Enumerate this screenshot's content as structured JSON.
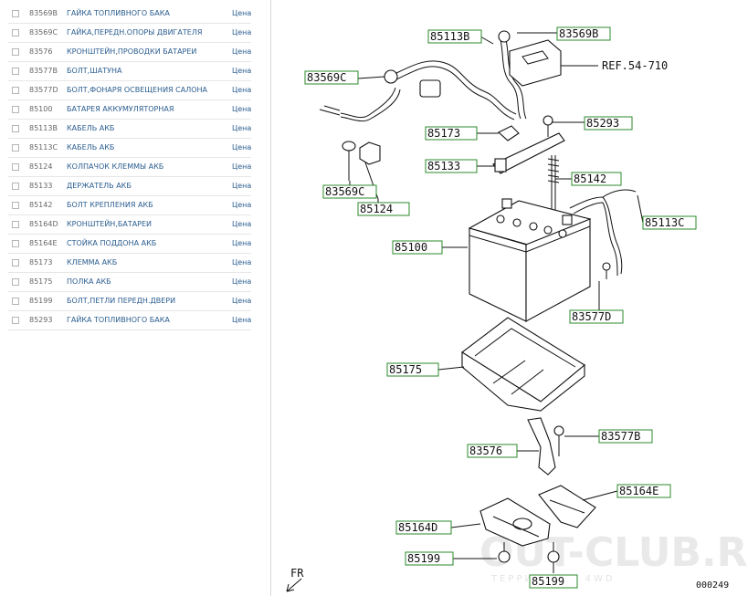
{
  "parts": [
    {
      "code": "83569B",
      "name": "ГАЙКА ТОПЛИВНОГО БАКА",
      "price": "Цена"
    },
    {
      "code": "83569C",
      "name": "ГАЙКА,ПЕРЕДН.ОПОРЫ ДВИГАТЕЛЯ",
      "price": "Цена"
    },
    {
      "code": "83576",
      "name": "КРОНШТЕЙН,ПРОВОДКИ БАТАРЕИ",
      "price": "Цена"
    },
    {
      "code": "83577B",
      "name": "БОЛТ,ШАТУНА",
      "price": "Цена"
    },
    {
      "code": "83577D",
      "name": "БОЛТ,ФОНАРЯ ОСВЕЩЕНИЯ САЛОНА",
      "price": "Цена"
    },
    {
      "code": "85100",
      "name": "БАТАРЕЯ АККУМУЛЯТОРНАЯ",
      "price": "Цена"
    },
    {
      "code": "85113B",
      "name": "КАБЕЛЬ АКБ",
      "price": "Цена"
    },
    {
      "code": "85113C",
      "name": "КАБЕЛЬ АКБ",
      "price": "Цена"
    },
    {
      "code": "85124",
      "name": "КОЛПАЧОК КЛЕММЫ АКБ",
      "price": "Цена"
    },
    {
      "code": "85133",
      "name": "ДЕРЖАТЕЛЬ АКБ",
      "price": "Цена"
    },
    {
      "code": "85142",
      "name": "БОЛТ КРЕПЛЕНИЯ АКБ",
      "price": "Цена"
    },
    {
      "code": "85164D",
      "name": "КРОНШТЕЙН,БАТАРЕИ",
      "price": "Цена"
    },
    {
      "code": "85164E",
      "name": "СТОЙКА ПОДДОНА АКБ",
      "price": "Цена"
    },
    {
      "code": "85173",
      "name": "КЛЕММА АКБ",
      "price": "Цена"
    },
    {
      "code": "85175",
      "name": "ПОЛКА АКБ",
      "price": "Цена"
    },
    {
      "code": "85199",
      "name": "БОЛТ,ПЕТЛИ ПЕРЕДН.ДВЕРИ",
      "price": "Цена"
    },
    {
      "code": "85293",
      "name": "ГАЙКА ТОПЛИВНОГО БАКА",
      "price": "Цена"
    }
  ],
  "diagram": {
    "callouts": {
      "c_85113B": "85113B",
      "c_83569B": "83569B",
      "c_83569C_top": "83569C",
      "c_85293": "85293",
      "c_85173": "85173",
      "c_85133": "85133",
      "c_85142": "85142",
      "c_83569C_low": "83569C",
      "c_85124": "85124",
      "c_85113C": "85113C",
      "c_85100": "85100",
      "c_83577D": "83577D",
      "c_85175": "85175",
      "c_83577B": "83577B",
      "c_83576": "83576",
      "c_85164E": "85164E",
      "c_85164D": "85164D",
      "c_85199_left": "85199",
      "c_85199_bottom": "85199"
    },
    "ref_text": "REF.54-710",
    "fr_text": "FR",
    "figure_id": "000249",
    "watermark_main": "OUT-CLUB.RU",
    "watermark_sub": "ТЕРРИТОРИЯ 4WD"
  }
}
